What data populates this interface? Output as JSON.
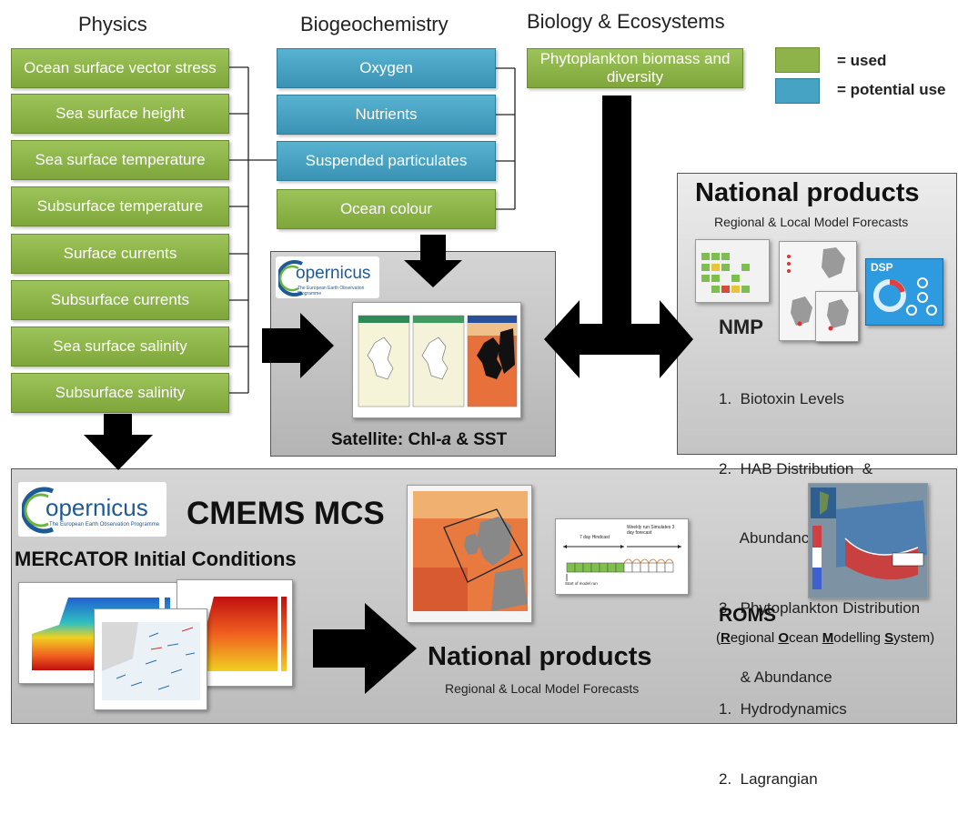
{
  "headers": {
    "physics": "Physics",
    "biogeochemistry": "Biogeochemistry",
    "biology": "Biology & Ecosystems"
  },
  "physics_boxes": [
    "Ocean surface vector stress",
    "Sea surface height",
    "Sea surface temperature",
    "Subsurface temperature",
    "Surface currents",
    "Subsurface currents",
    "Sea surface salinity",
    "Subsurface salinity"
  ],
  "bgc_boxes": [
    "Oxygen",
    "Nutrients",
    "Suspended particulates",
    "Ocean colour"
  ],
  "biology_box": "Phytoplankton biomass and diversity",
  "legend": {
    "used": "= used",
    "potential": "= potential use",
    "used_color": "#8db34a",
    "potential_color": "#47a3c4"
  },
  "satellite": {
    "copernicus": "opernicus",
    "copernicus_sub": "The European Earth Observation Programme",
    "caption_prefix": "Satellite: Chl-",
    "caption_italic": "a",
    "caption_suffix": " & SST"
  },
  "national_top": {
    "title": "National products",
    "subtitle": "Regional & Local Model Forecasts",
    "dsp": "DSP",
    "nmp": "NMP",
    "items": [
      "1.  Biotoxin Levels",
      "2.  HAB Distribution  &",
      "     Abundance",
      "3.  Phytoplankton Distribution",
      "     & Abundance"
    ]
  },
  "cmems": {
    "copernicus": "opernicus",
    "copernicus_sub": "The European Earth Observation Programme",
    "title": "CMEMS MCS",
    "mercator": "MERCATOR Initial Conditions",
    "national_title": "National products",
    "national_subtitle": "Regional & Local Model Forecasts",
    "hindcast": "7 day Hindcast",
    "forecast": "Weekly run Simulates 3 day forecast",
    "start_label": "Start of model run"
  },
  "roms": {
    "title": "ROMS",
    "expansion_parts": [
      "(",
      "R",
      "egional ",
      "O",
      "cean ",
      "M",
      "odelling ",
      "S",
      "ystem)"
    ],
    "items": [
      "1.  Hydrodynamics",
      "2.  Lagrangian"
    ]
  }
}
